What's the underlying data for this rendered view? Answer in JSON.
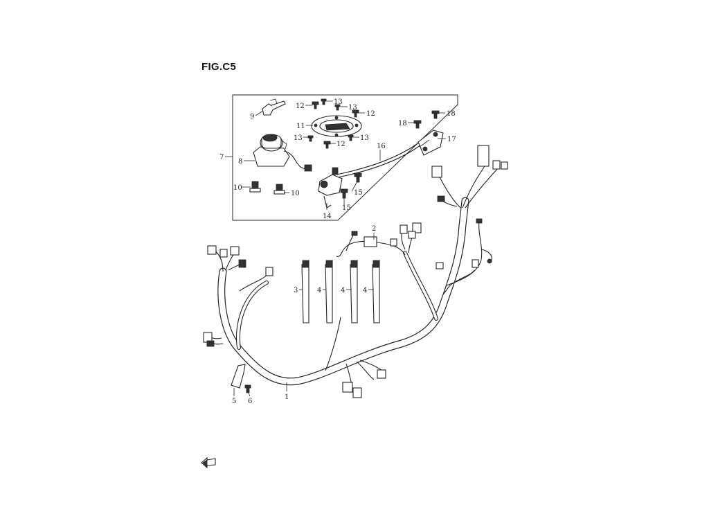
{
  "figure": {
    "title": "FIG.C5"
  },
  "callouts": [
    {
      "id": "c1",
      "text": "1"
    },
    {
      "id": "c2",
      "text": "2"
    },
    {
      "id": "c3",
      "text": "3"
    },
    {
      "id": "c4a",
      "text": "4"
    },
    {
      "id": "c4b",
      "text": "4"
    },
    {
      "id": "c4c",
      "text": "4"
    },
    {
      "id": "c5",
      "text": "5"
    },
    {
      "id": "c6",
      "text": "6"
    },
    {
      "id": "c7",
      "text": "7"
    },
    {
      "id": "c8",
      "text": "8"
    },
    {
      "id": "c9",
      "text": "9"
    },
    {
      "id": "c10a",
      "text": "10"
    },
    {
      "id": "c10b",
      "text": "10"
    },
    {
      "id": "c11",
      "text": "11"
    },
    {
      "id": "c12a",
      "text": "12"
    },
    {
      "id": "c12b",
      "text": "12"
    },
    {
      "id": "c12c",
      "text": "12"
    },
    {
      "id": "c13a",
      "text": "13"
    },
    {
      "id": "c13b",
      "text": "13"
    },
    {
      "id": "c13c",
      "text": "13"
    },
    {
      "id": "c13d",
      "text": "13"
    },
    {
      "id": "c14",
      "text": "14"
    },
    {
      "id": "c15a",
      "text": "15"
    },
    {
      "id": "c15b",
      "text": "15"
    },
    {
      "id": "c16",
      "text": "16"
    },
    {
      "id": "c17",
      "text": "17"
    },
    {
      "id": "c18a",
      "text": "18"
    },
    {
      "id": "c18b",
      "text": "18"
    }
  ],
  "icons": {
    "direction_arrow": "front-direction-arrow-icon"
  }
}
